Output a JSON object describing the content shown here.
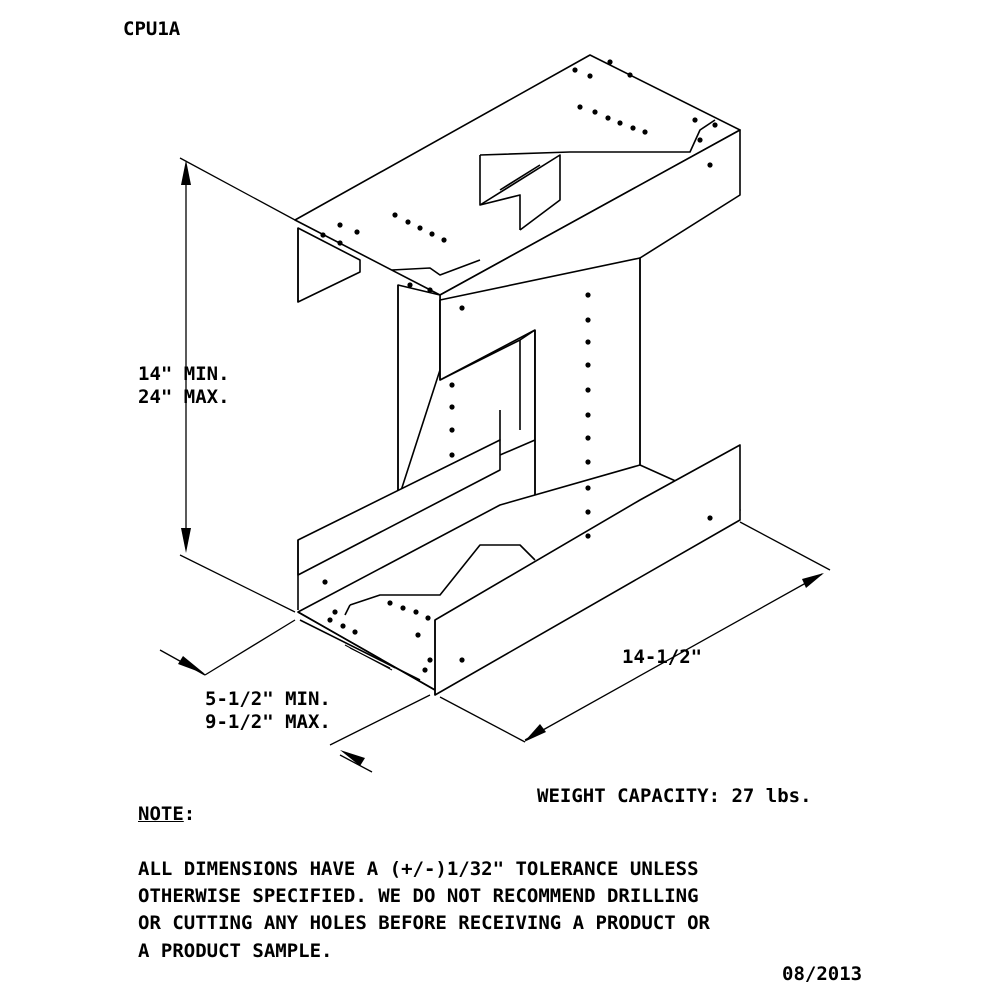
{
  "model": "CPU1A",
  "dimensions": {
    "height_min": "14\" MIN.",
    "height_max": "24\" MAX.",
    "width_min": "5-1/2\" MIN.",
    "width_max": "9-1/2\" MAX.",
    "length": "14-1/2\""
  },
  "weight_capacity": "WEIGHT CAPACITY: 27 lbs.",
  "note": {
    "heading": "NOTE",
    "heading_suffix": ":",
    "lines": [
      "ALL DIMENSIONS HAVE A (+/-)1/32\" TOLERANCE UNLESS",
      "OTHERWISE SPECIFIED. WE DO NOT RECOMMEND DRILLING",
      "OR CUTTING ANY HOLES BEFORE RECEIVING A PRODUCT OR",
      "A PRODUCT SAMPLE."
    ]
  },
  "date": "08/2013"
}
